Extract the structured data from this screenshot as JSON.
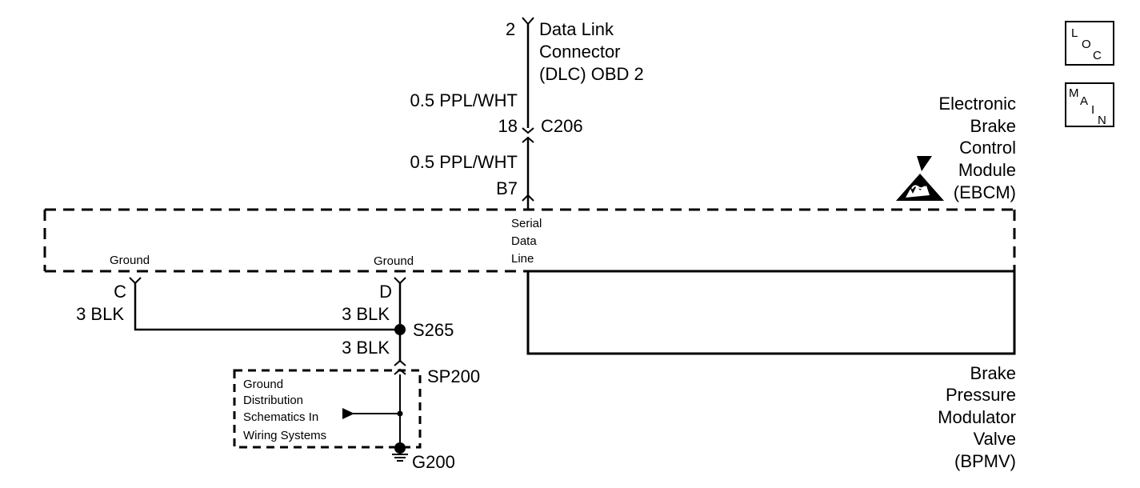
{
  "colors": {
    "wire": "#000000",
    "background": "#ffffff"
  },
  "dlc": {
    "pin": "2",
    "label_lines": [
      "Data Link",
      "Connector",
      "(DLC) OBD 2"
    ]
  },
  "wire_top": {
    "label": "0.5 PPL/WHT"
  },
  "connector_c206": {
    "pin": "18",
    "name": "C206"
  },
  "wire_mid": {
    "label": "0.5 PPL/WHT"
  },
  "ebcm_pin": "B7",
  "ebcm": {
    "label_lines": [
      "Electronic",
      "Brake",
      "Control",
      "Module",
      "(EBCM)"
    ],
    "esd_icon": "esd-sensitive-icon"
  },
  "serial_data": {
    "label_lines": [
      "Serial",
      "Data",
      "Line"
    ]
  },
  "ground_left": {
    "label": "Ground",
    "pin": "C",
    "wire": "3 BLK"
  },
  "ground_right": {
    "label": "Ground",
    "pin": "D",
    "wire": "3 BLK"
  },
  "splice": {
    "name": "S265",
    "wire_below": "3 BLK"
  },
  "sp200": {
    "name": "SP200"
  },
  "ground_box": {
    "label_lines": [
      "Ground",
      "Distribution",
      "Schematics In",
      "Wiring Systems"
    ]
  },
  "g200": {
    "name": "G200"
  },
  "bpmv": {
    "label_lines": [
      "Brake",
      "Pressure",
      "Modulator",
      "Valve",
      "(BPMV)"
    ]
  },
  "nav": {
    "loc": {
      "letters": [
        "L",
        "O",
        "C"
      ]
    },
    "main": {
      "letters": [
        "M",
        "A",
        "I",
        "N"
      ]
    }
  }
}
